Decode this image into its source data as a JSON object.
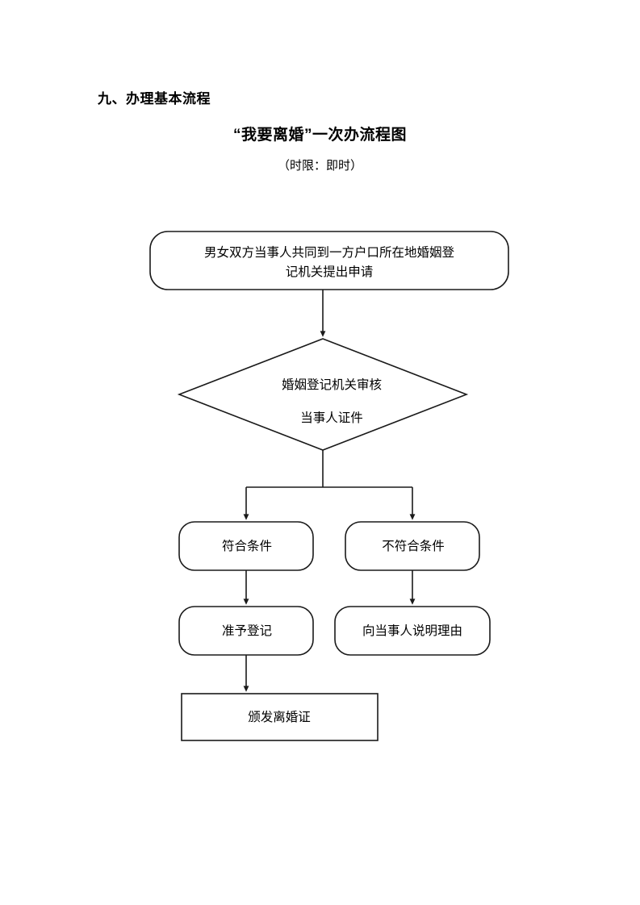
{
  "document": {
    "section_heading": "九、办理基本流程",
    "chart_title": "“我要离婚”一次办流程图",
    "chart_subtitle": "（时限：即时）"
  },
  "flowchart": {
    "type": "flowchart",
    "orientation": "top-to-bottom",
    "nodes": [
      {
        "id": "apply",
        "shape": "rounded-rectangle",
        "lines": [
          "男女双方当事人共同到一方户口所在地婚姻登",
          "记机关提出申请"
        ]
      },
      {
        "id": "review",
        "shape": "diamond",
        "lines": [
          "婚姻登记机关审核",
          "当事人证件"
        ]
      },
      {
        "id": "qualified",
        "shape": "rounded-rectangle",
        "lines": [
          "符合条件"
        ]
      },
      {
        "id": "not-qualified",
        "shape": "rounded-rectangle",
        "lines": [
          "不符合条件"
        ]
      },
      {
        "id": "approve",
        "shape": "rounded-rectangle",
        "lines": [
          "准予登记"
        ]
      },
      {
        "id": "explain",
        "shape": "rounded-rectangle",
        "lines": [
          "向当事人说明理由"
        ]
      },
      {
        "id": "issue",
        "shape": "rectangle",
        "lines": [
          "颁发离婚证"
        ]
      }
    ],
    "edges": [
      {
        "from": "apply",
        "to": "review",
        "label": ""
      },
      {
        "from": "review",
        "to": "qualified",
        "label": ""
      },
      {
        "from": "review",
        "to": "not-qualified",
        "label": ""
      },
      {
        "from": "qualified",
        "to": "approve",
        "label": ""
      },
      {
        "from": "not-qualified",
        "to": "explain",
        "label": ""
      },
      {
        "from": "approve",
        "to": "issue",
        "label": ""
      }
    ]
  },
  "colors": {
    "stroke": "#1a1a1a",
    "fill": "#ffffff",
    "text": "#000000",
    "page_background": "#ffffff"
  }
}
